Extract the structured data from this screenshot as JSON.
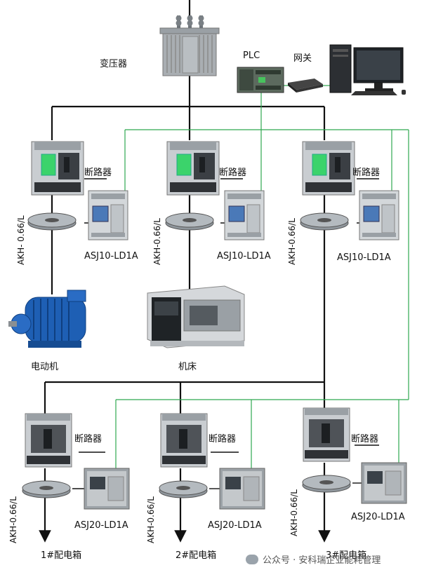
{
  "transformer": {
    "label": "变压器"
  },
  "plc": {
    "label": "PLC"
  },
  "gateway": {
    "label": "网关"
  },
  "colors": {
    "power_line": "#111111",
    "comm_line": "#2fa84f",
    "device_gray": "#c7cbcf",
    "device_dark": "#3b3f44",
    "motor_blue": "#1e5fb4",
    "breaker_green": "#3bd36b"
  },
  "top_branches": [
    {
      "breaker_label": "断路器",
      "sensor_label": "AKH- 0.66/L",
      "module_label": "ASJ10-LD1A",
      "load_label": "电动机"
    },
    {
      "breaker_label": "断路器",
      "sensor_label": "AKH-0.66/L",
      "module_label": "ASJ10-LD1A",
      "load_label": "机床"
    },
    {
      "breaker_label": "断路器",
      "sensor_label": "AKH-0.66/L",
      "module_label": "ASJ10-LD1A",
      "load_label": ""
    }
  ],
  "bottom_branches": [
    {
      "breaker_label": "断路器",
      "sensor_label": "AKH-0.66/L",
      "module_label": "ASJ20-LD1A",
      "load_label": "1#配电箱"
    },
    {
      "breaker_label": "断路器",
      "sensor_label": "AKH-0.66/L",
      "module_label": "ASJ20-LD1A",
      "load_label": "2#配电箱"
    },
    {
      "breaker_label": "断路器",
      "sensor_label": "AKH-0.66/L",
      "module_label": "ASJ20-LD1A",
      "load_label": "3#配电箱"
    }
  ],
  "watermark": "公众号 · 安科瑞企业能耗管理"
}
